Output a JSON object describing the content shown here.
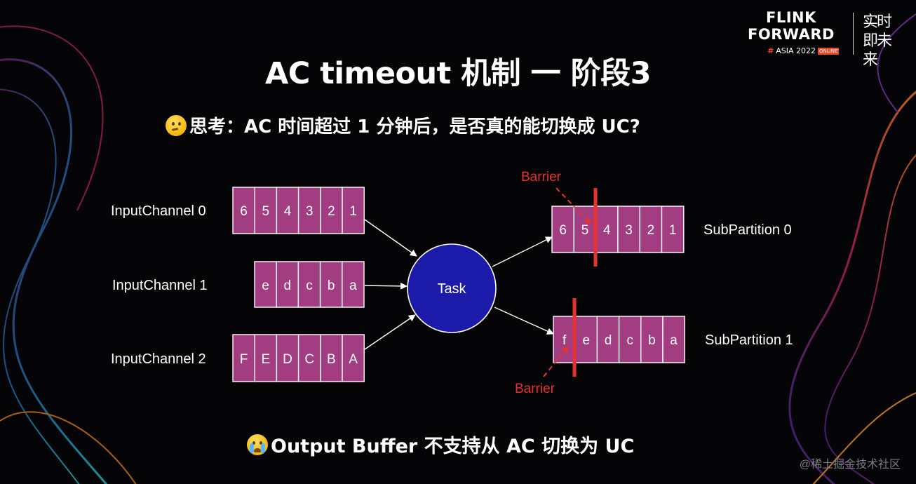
{
  "slide": {
    "title": "AC timeout 机制 一 阶段3",
    "question": "思考：AC 时间超过 1 分钟后，是否真的能切换成 UC?",
    "footer": "Output Buffer 不支持从 AC 切换为 UC",
    "watermark": "@稀土掘金技术社区"
  },
  "logo": {
    "line1": "FLINK",
    "line2": "FORWARD",
    "hash": "#",
    "event": "ASIA 2022",
    "badge": "ONLINE",
    "cn_text": "实时即未来"
  },
  "diagram": {
    "inputs": [
      {
        "label": "InputChannel 0",
        "cells": [
          "6",
          "5",
          "4",
          "3",
          "2",
          "1"
        ]
      },
      {
        "label": "InputChannel 1",
        "cells": [
          "e",
          "d",
          "c",
          "b",
          "a"
        ]
      },
      {
        "label": "InputChannel 2",
        "cells": [
          "F",
          "E",
          "D",
          "C",
          "B",
          "A"
        ]
      }
    ],
    "task": "Task",
    "outputs": [
      {
        "label": "SubPartition 0",
        "cells": [
          "6",
          "5",
          "4",
          "3",
          "2",
          "1"
        ],
        "barrier_label": "Barrier"
      },
      {
        "label": "SubPartition 1",
        "cells": [
          "f",
          "e",
          "d",
          "c",
          "b",
          "a"
        ],
        "barrier_label": "Barrier"
      }
    ],
    "colors": {
      "cell": "#a23d82",
      "task": "#1c1aa8",
      "barrier": "#e8322e"
    }
  }
}
